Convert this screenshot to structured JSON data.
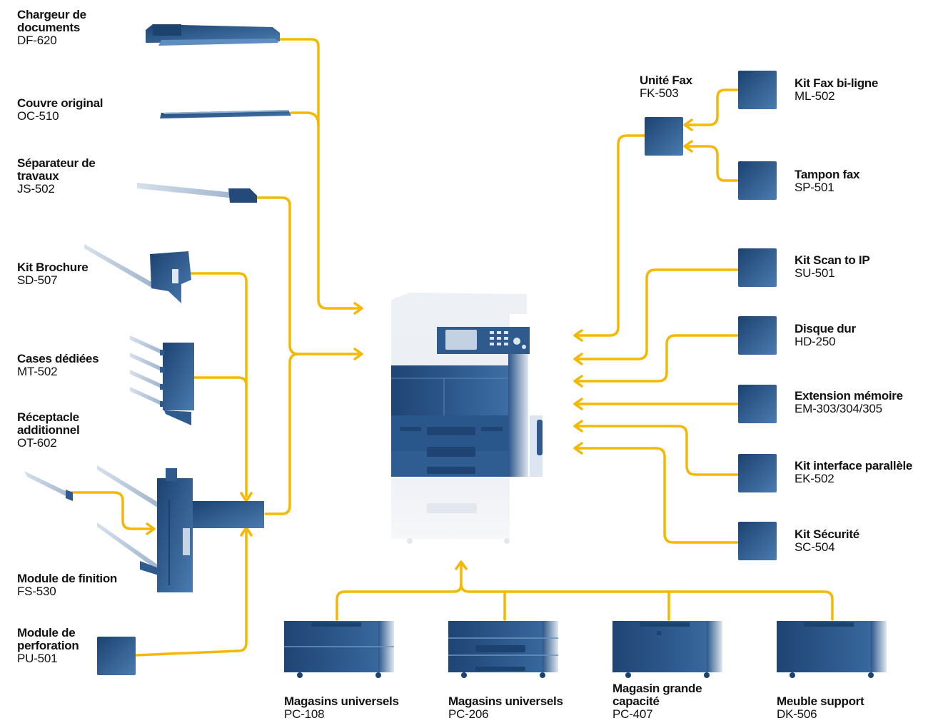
{
  "colors": {
    "connector": "#f5b800",
    "device": "#2e5a8e",
    "device_dark": "#1f4473",
    "device_light": "#b9c9dd",
    "text": "#111111"
  },
  "options": {
    "df620": {
      "name": "Chargeur de documents",
      "code": "DF-620"
    },
    "oc510": {
      "name": "Couvre original",
      "code": "OC-510"
    },
    "js502": {
      "name": "Séparateur de travaux",
      "code": "JS-502"
    },
    "sd507": {
      "name": "Kit Brochure",
      "code": "SD-507"
    },
    "mt502": {
      "name": "Cases dédiées",
      "code": "MT-502"
    },
    "ot602": {
      "name": "Réceptacle additionnel",
      "code": "OT-602"
    },
    "fs530": {
      "name": "Module de finition",
      "code": "FS-530"
    },
    "pu501": {
      "name": "Module de perforation",
      "code": "PU-501"
    },
    "fk503": {
      "name": "Unité Fax",
      "code": "FK-503"
    },
    "ml502": {
      "name": "Kit Fax bi-ligne",
      "code": "ML-502"
    },
    "sp501": {
      "name": "Tampon fax",
      "code": "SP-501"
    },
    "su501": {
      "name": "Kit Scan to IP",
      "code": "SU-501"
    },
    "hd250": {
      "name": "Disque dur",
      "code": "HD-250"
    },
    "em303": {
      "name": "Extension mémoire",
      "code": "EM-303/304/305"
    },
    "ek502": {
      "name": "Kit interface parallèle",
      "code": "EK-502"
    },
    "sc504": {
      "name": "Kit Sécurité",
      "code": "SC-504"
    },
    "pc108": {
      "name": "Magasins universels",
      "code": "PC-108"
    },
    "pc206": {
      "name": "Magasins universels",
      "code": "PC-206"
    },
    "pc407": {
      "name": "Magasin grande capacité",
      "code": "PC-407"
    },
    "dk506": {
      "name": "Meuble support",
      "code": "DK-506"
    }
  }
}
